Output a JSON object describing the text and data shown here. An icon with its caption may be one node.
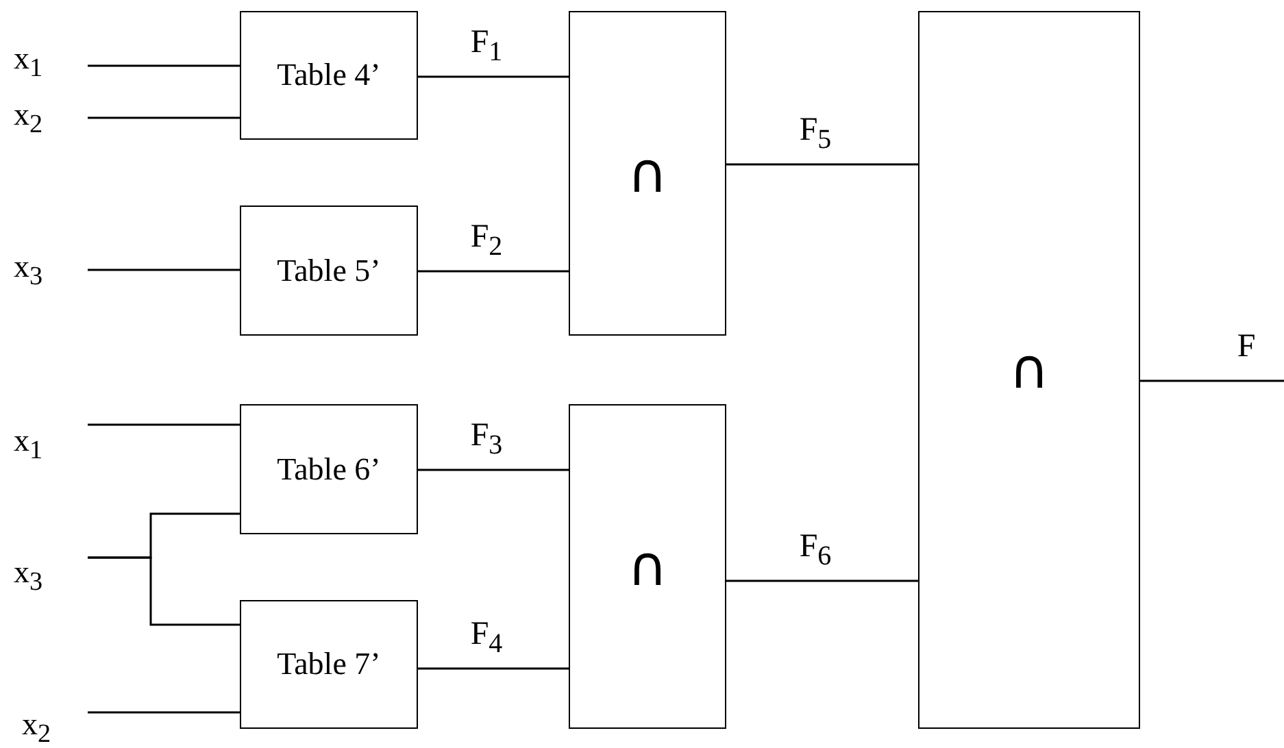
{
  "diagram": {
    "nodes": [
      {
        "text": [
          "x$_{1}$"
        ]
      },
      {
        "text": [
          "x$_{2}$"
        ]
      },
      {
        "text": [
          "x$_{3}$"
        ]
      },
      {
        "text": [
          "x$_{1}$"
        ]
      },
      {
        "text": [
          "x$_{3}$"
        ]
      },
      {
        "text": [
          "x$_{2}$"
        ]
      },
      {
        "text": [
          "Table 4’"
        ]
      },
      {
        "text": [
          "Table 5’"
        ]
      },
      {
        "text": [
          "Table 6’"
        ]
      },
      {
        "text": [
          "Table 7’"
        ]
      },
      {
        "text": [
          "∩"
        ]
      },
      {
        "text": [
          "∩"
        ]
      },
      {
        "text": [
          "∩"
        ]
      }
    ],
    "edges": [
      {
        "from": 0,
        "to": 6,
        "arrow": "none"
      },
      {
        "from": 1,
        "to": 6,
        "arrow": "none"
      },
      {
        "from": 2,
        "to": 7,
        "arrow": "none"
      },
      {
        "from": 3,
        "to": 8,
        "arrow": "none"
      },
      {
        "from": 4,
        "to": 8,
        "arrow": "none"
      },
      {
        "from": 4,
        "to": 9,
        "arrow": "none"
      },
      {
        "from": 5,
        "to": 9,
        "arrow": "none"
      },
      {
        "from": 6,
        "to": 10,
        "arrow": "none",
        "label": "F$_{1}$"
      },
      {
        "from": 7,
        "to": 10,
        "arrow": "none",
        "label": "F$_{2}$"
      },
      {
        "from": 8,
        "to": 11,
        "arrow": "none",
        "label": "F$_{3}$"
      },
      {
        "from": 9,
        "to": 11,
        "arrow": "none",
        "label": "F$_{4}$"
      },
      {
        "from": 10,
        "to": 12,
        "arrow": "none",
        "label": "F$_{5}$"
      },
      {
        "from": 11,
        "to": 12,
        "arrow": "none",
        "label": "F$_{6}$"
      },
      {
        "from": 12,
        "to": null,
        "arrow": "none",
        "label": "F"
      }
    ]
  }
}
